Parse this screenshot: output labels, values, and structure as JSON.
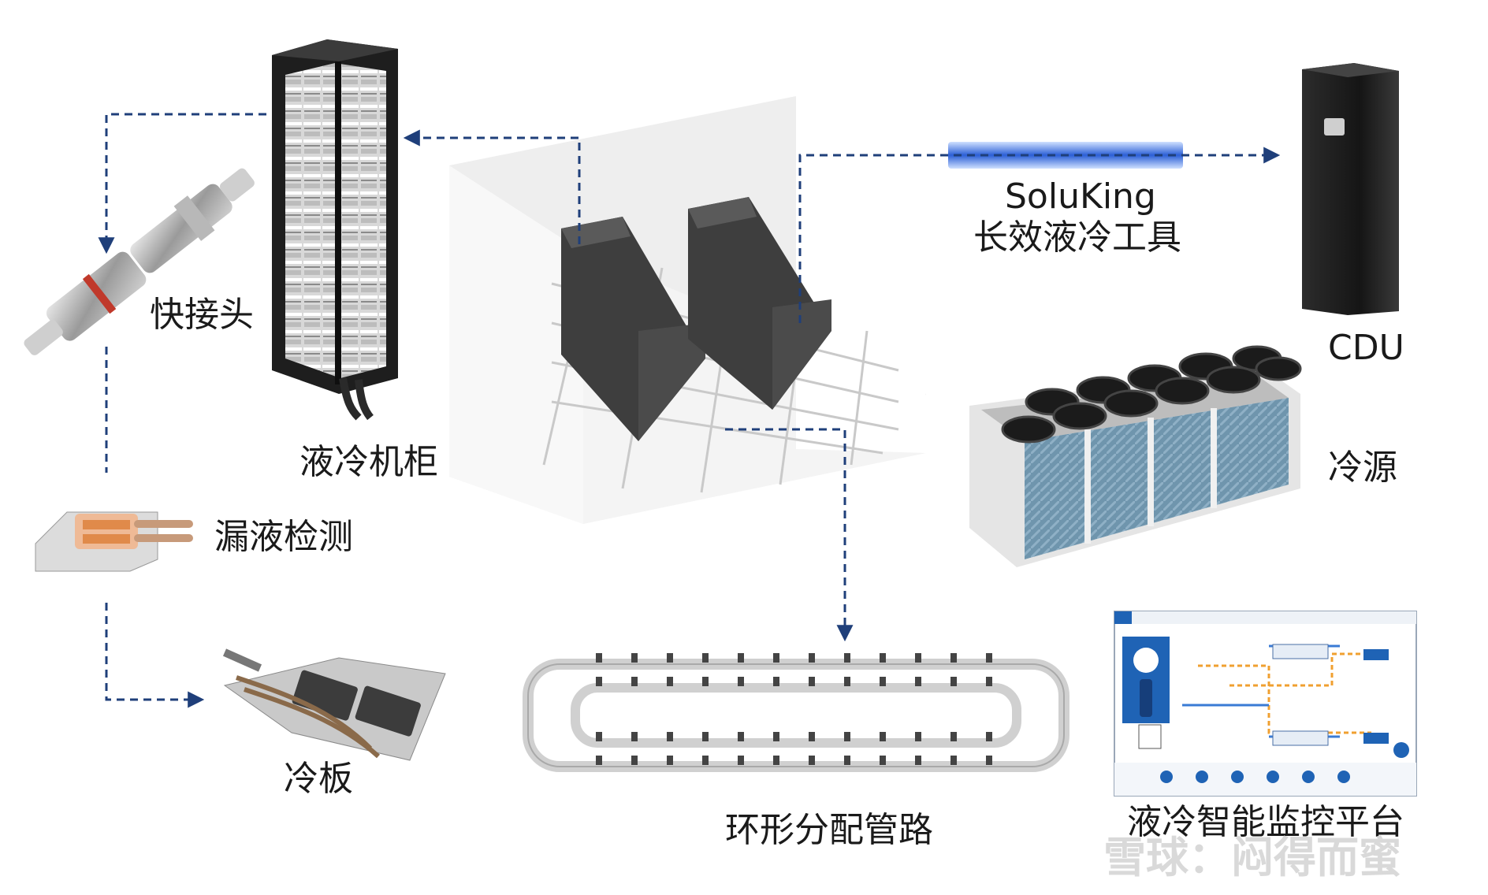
{
  "labels": {
    "quick_connector": "快接头",
    "liquid_cabinet": "液冷机柜",
    "leak_detection": "漏液检测",
    "cold_plate": "冷板",
    "ring_pipeline": "环形分配管路",
    "soluking": "SoluKing",
    "soluking_sub": "长效液冷工具",
    "cdu": "CDU",
    "cold_source": "冷源",
    "monitor_platform": "液冷智能监控平台"
  },
  "watermark": "雪球：闷得而蜜",
  "colors": {
    "arrow": "#1f3f7a",
    "label": "#1a1a1a",
    "bar_blue": "#2b5fd6",
    "screen_blue": "#1f63b5",
    "coil_blue": "#6f95ad"
  }
}
